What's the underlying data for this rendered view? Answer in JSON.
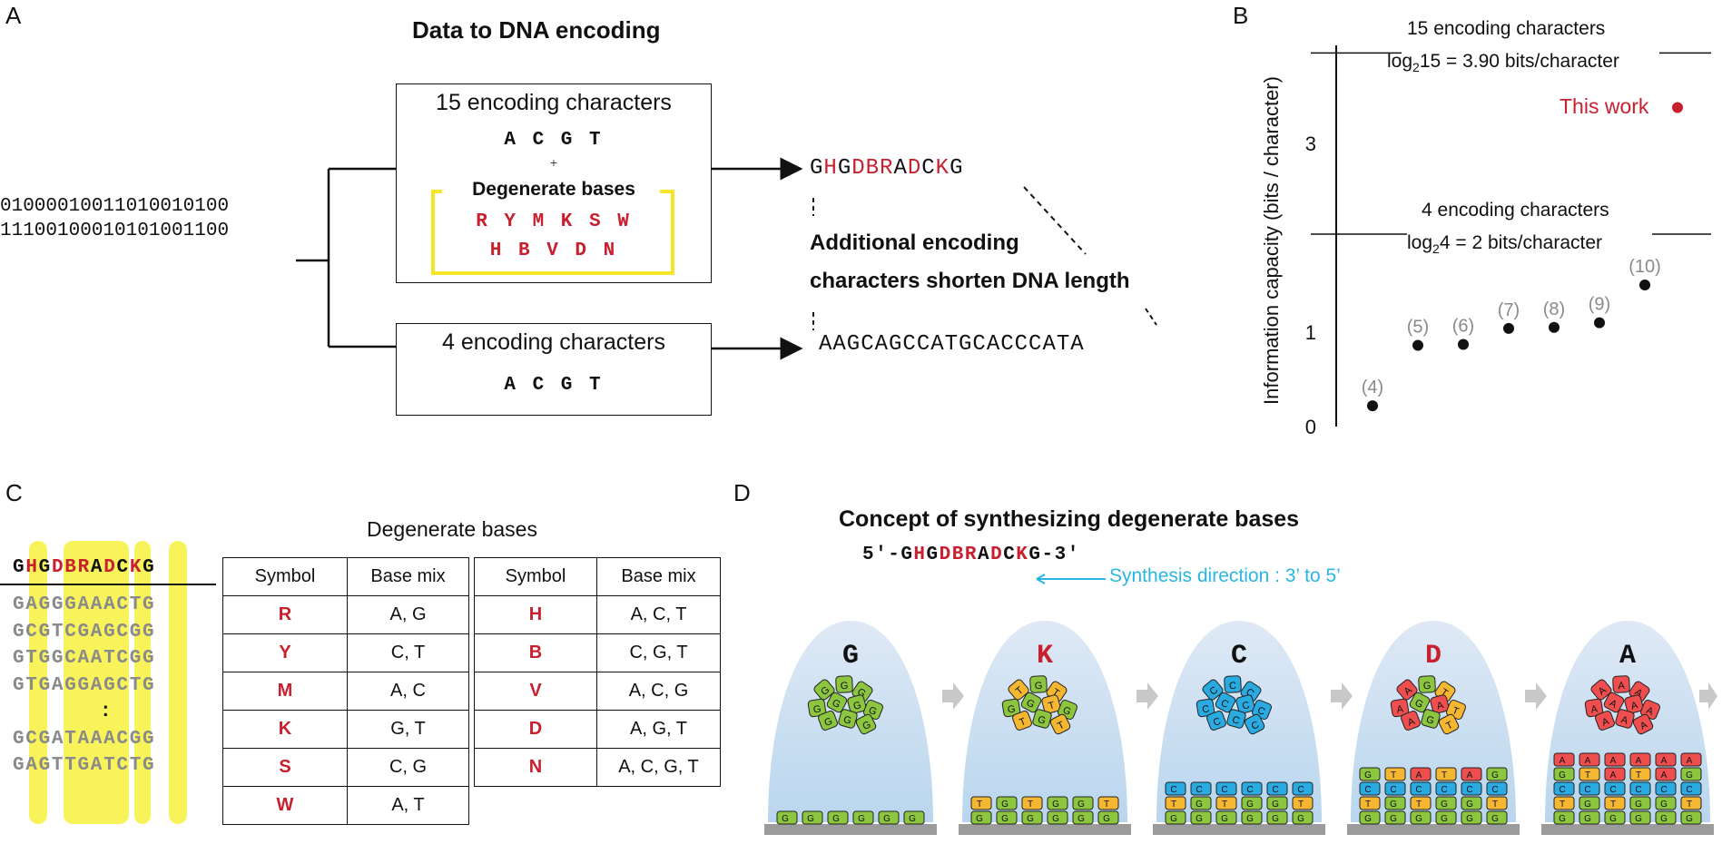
{
  "panel_a": {
    "letter": "A",
    "title": "Data to DNA encoding",
    "binary": [
      "0100001001101001010 0",
      "11100100010101001100"
    ],
    "box15": {
      "heading": "15 encoding characters",
      "bases": "A C G T",
      "plus": "+",
      "degenerate_label": "Degenerate bases",
      "degenerate_row1": "R Y M K S W",
      "degenerate_row2": "H B V D N"
    },
    "box4": {
      "heading": "4 encoding characters",
      "bases": "A C G T"
    },
    "seq15": [
      {
        "c": "G",
        "red": false
      },
      {
        "c": "H",
        "red": true
      },
      {
        "c": "G",
        "red": false
      },
      {
        "c": "D",
        "red": true
      },
      {
        "c": "B",
        "red": true
      },
      {
        "c": "R",
        "red": true
      },
      {
        "c": "A",
        "red": false
      },
      {
        "c": "D",
        "red": true
      },
      {
        "c": "C",
        "red": false
      },
      {
        "c": "K",
        "red": true
      },
      {
        "c": "G",
        "red": false
      }
    ],
    "seq4": "AAGCAGCCATGCACCCATA",
    "note_line1": "Additional encoding",
    "note_line2": "characters shorten DNA length"
  },
  "panel_b": {
    "letter": "B",
    "top_label1": "15 encoding characters",
    "top_label2_pre": "log",
    "top_label2_sub": "2",
    "top_label2_post": "15 = 3.90 bits/character",
    "mid_label1": "4 encoding characters",
    "mid_label2_pre": "log",
    "mid_label2_sub": "2",
    "mid_label2_post": "4 = 2 bits/character",
    "this_work": "This work"
  },
  "chart_data": {
    "type": "scatter",
    "ylabel": "Information capacity (bits / character)",
    "yticks": [
      "0",
      "1",
      "3"
    ],
    "ylim": [
      0,
      4
    ],
    "reference_lines": [
      3.9,
      2
    ],
    "points": [
      {
        "label": "(4)",
        "y": 0.22
      },
      {
        "label": "(5)",
        "y": 0.86
      },
      {
        "label": "(6)",
        "y": 0.87
      },
      {
        "label": "(7)",
        "y": 1.04
      },
      {
        "label": "(8)",
        "y": 1.05
      },
      {
        "label": "(9)",
        "y": 1.1
      },
      {
        "label": "(10)",
        "y": 1.5
      }
    ],
    "this_work_y": 3.38,
    "colors": {
      "points": "#111111",
      "this_work": "#c8202f",
      "labels": "#8a8a8a"
    }
  },
  "panel_c": {
    "letter": "C",
    "header_seq": [
      {
        "c": "G",
        "red": false
      },
      {
        "c": "H",
        "red": true
      },
      {
        "c": "G",
        "red": false
      },
      {
        "c": "D",
        "red": true
      },
      {
        "c": "B",
        "red": true
      },
      {
        "c": "R",
        "red": true
      },
      {
        "c": "A",
        "red": false
      },
      {
        "c": "D",
        "red": true
      },
      {
        "c": "C",
        "red": false
      },
      {
        "c": "K",
        "red": true
      },
      {
        "c": "G",
        "red": false
      }
    ],
    "reads": [
      "GAGGGAAACTG",
      "GCGTCGAGCGG",
      "GTGGCAATCGG",
      "GTGAGGAGCTG",
      ":",
      "GCGATAAACGG",
      "GAGTTGATCTG"
    ],
    "table_title": "Degenerate bases",
    "col_symbol": "Symbol",
    "col_mix": "Base mix",
    "table1": [
      {
        "s": "R",
        "m": "A, G"
      },
      {
        "s": "Y",
        "m": "C, T"
      },
      {
        "s": "M",
        "m": "A, C"
      },
      {
        "s": "K",
        "m": "G, T"
      },
      {
        "s": "S",
        "m": "C, G"
      },
      {
        "s": "W",
        "m": "A, T"
      }
    ],
    "table2": [
      {
        "s": "H",
        "m": "A, C, T"
      },
      {
        "s": "B",
        "m": "C, G, T"
      },
      {
        "s": "V",
        "m": "A, C, G"
      },
      {
        "s": "D",
        "m": "A, G, T"
      },
      {
        "s": "N",
        "m": "A, C, G, T"
      }
    ]
  },
  "panel_d": {
    "letter": "D",
    "title": "Concept of synthesizing degenerate bases",
    "seq_prefix": "5′-",
    "seq": [
      {
        "c": "G",
        "red": false
      },
      {
        "c": "H",
        "red": true
      },
      {
        "c": "G",
        "red": false
      },
      {
        "c": "D",
        "red": true
      },
      {
        "c": "B",
        "red": true
      },
      {
        "c": "R",
        "red": true
      },
      {
        "c": "A",
        "red": false
      },
      {
        "c": "D",
        "red": true
      },
      {
        "c": "C",
        "red": false
      },
      {
        "c": "K",
        "red": true
      },
      {
        "c": "G",
        "red": false
      }
    ],
    "seq_suffix": "-3′",
    "direction": "Synthesis direction : 3’ to 5’",
    "steps": [
      {
        "letter": "G",
        "red": false,
        "color": "#8cc63f",
        "cluster": [
          "G",
          "G",
          "G",
          "G",
          "G",
          "G",
          "G",
          "G",
          "G",
          "G"
        ],
        "rows": [
          [
            "G",
            "G",
            "G",
            "G",
            "G",
            "G"
          ]
        ]
      },
      {
        "letter": "K",
        "red": true,
        "color": "#f5b731",
        "cluster": [
          "T",
          "G",
          "T",
          "G",
          "G",
          "T",
          "G",
          "T",
          "G",
          "T"
        ],
        "rows": [
          [
            "G",
            "G",
            "G",
            "G",
            "G",
            "G"
          ],
          [
            "T",
            "G",
            "T",
            "G",
            "G",
            "T"
          ]
        ]
      },
      {
        "letter": "C",
        "red": false,
        "color": "#29abe2",
        "cluster": [
          "C",
          "C",
          "C",
          "C",
          "C",
          "C",
          "C",
          "C",
          "C",
          "C"
        ],
        "rows": [
          [
            "G",
            "G",
            "G",
            "G",
            "G",
            "G"
          ],
          [
            "T",
            "G",
            "T",
            "G",
            "G",
            "T"
          ],
          [
            "C",
            "C",
            "C",
            "C",
            "C",
            "C"
          ]
        ]
      },
      {
        "letter": "D",
        "red": true,
        "color": "#ef4e4e",
        "cluster": [
          "A",
          "G",
          "T",
          "A",
          "G",
          "A",
          "T",
          "A",
          "G",
          "T"
        ],
        "rows": [
          [
            "G",
            "G",
            "G",
            "G",
            "G",
            "G"
          ],
          [
            "T",
            "G",
            "T",
            "G",
            "G",
            "T"
          ],
          [
            "C",
            "C",
            "C",
            "C",
            "C",
            "C"
          ],
          [
            "G",
            "T",
            "A",
            "T",
            "A",
            "G"
          ]
        ]
      },
      {
        "letter": "A",
        "red": false,
        "color": "#ef4e4e",
        "cluster": [
          "A",
          "A",
          "A",
          "A",
          "A",
          "A",
          "A",
          "A",
          "A",
          "A"
        ],
        "rows": [
          [
            "G",
            "G",
            "G",
            "G",
            "G",
            "G"
          ],
          [
            "T",
            "G",
            "T",
            "G",
            "G",
            "T"
          ],
          [
            "C",
            "C",
            "C",
            "C",
            "C",
            "C"
          ],
          [
            "G",
            "T",
            "A",
            "T",
            "A",
            "G"
          ],
          [
            "A",
            "A",
            "A",
            "A",
            "A",
            "A"
          ]
        ]
      }
    ],
    "base_colors": {
      "A": "#ef4e4e",
      "C": "#29abe2",
      "G": "#8cc63f",
      "T": "#f5b731"
    }
  }
}
